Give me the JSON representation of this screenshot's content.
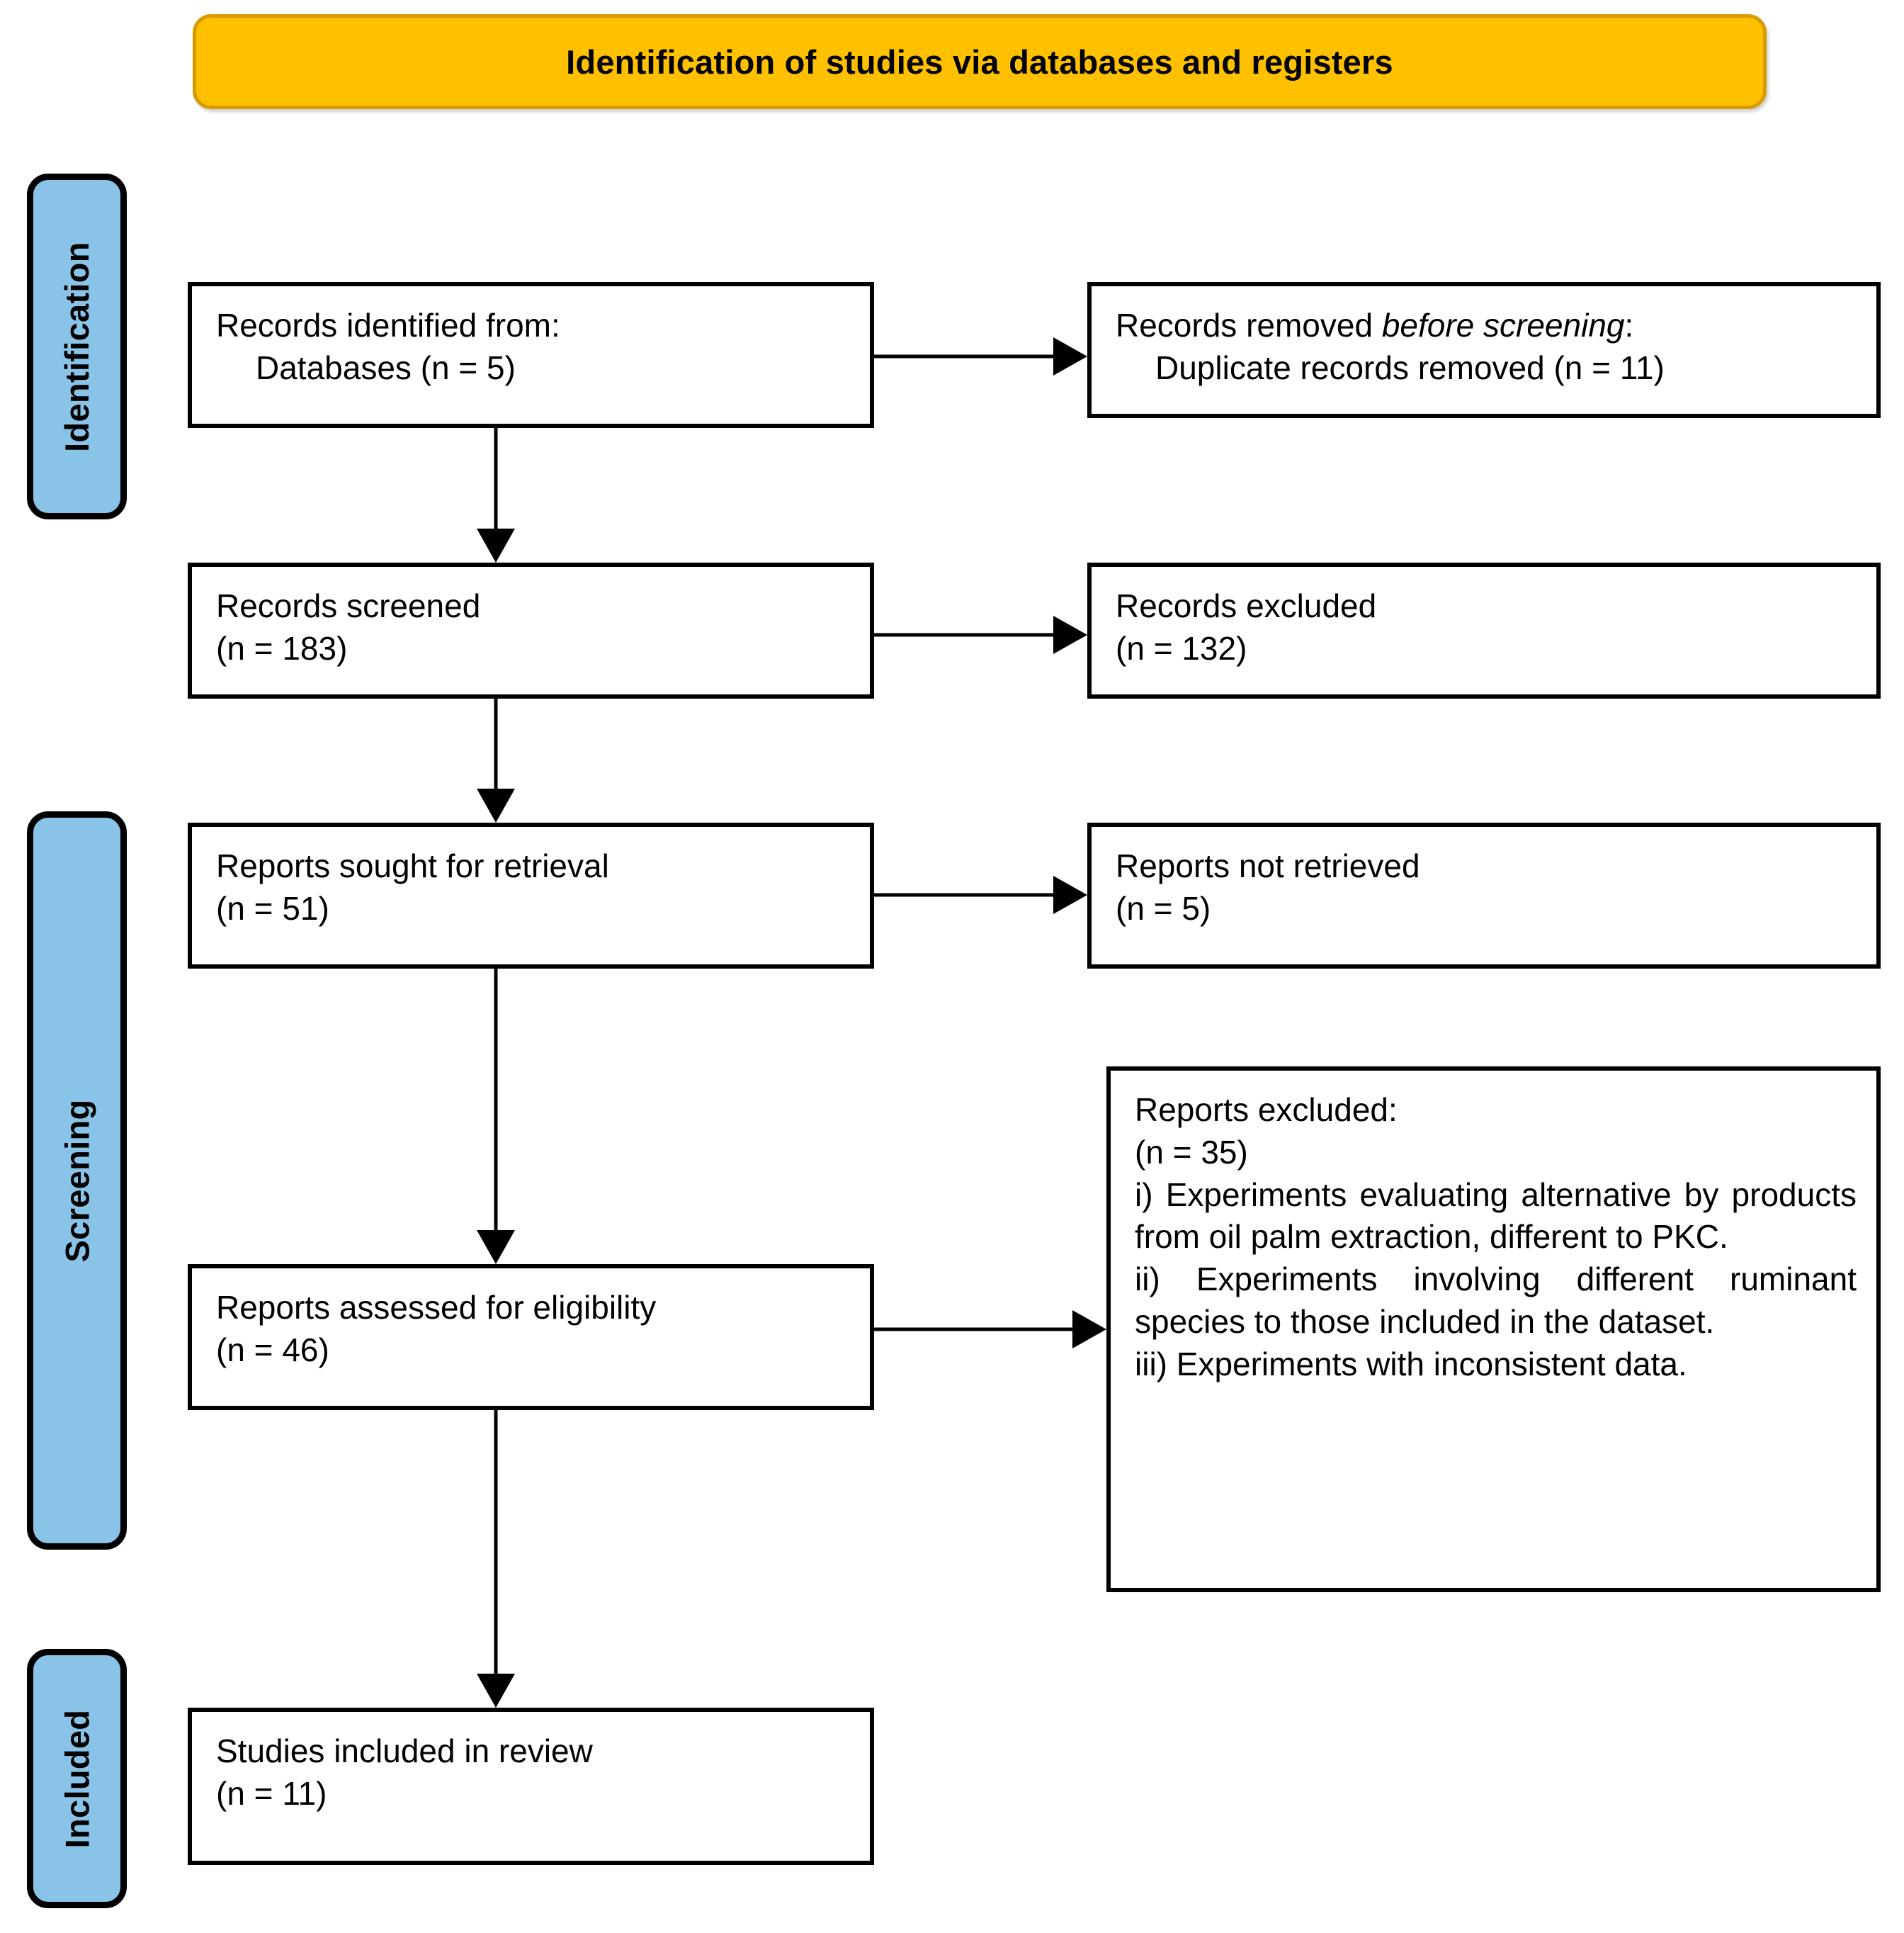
{
  "header": {
    "title": "Identification of studies via databases and registers",
    "fill_color": "#FFC000",
    "border_color": "#D79B00"
  },
  "stages": {
    "fill_color": "#8AC3E8",
    "border_color": "#000000",
    "identification": "Identification",
    "screening": "Screening",
    "included": "Included"
  },
  "boxes": {
    "identified": {
      "line1": "Records identified from:",
      "line2": "Databases (n = 5)"
    },
    "removed": {
      "line1_a": "Records removed ",
      "line1_i": "before screening",
      "line1_b": ":",
      "line2": "Duplicate records removed (n = 11)"
    },
    "screened": {
      "line1": "Records screened",
      "line2": "(n = 183)"
    },
    "records_excluded": {
      "line1": "Records excluded",
      "line2": "(n = 132)"
    },
    "sought": {
      "line1": "Reports sought for retrieval",
      "line2": "(n = 51)"
    },
    "not_retrieved": {
      "line1": "Reports not retrieved",
      "line2": "(n = 5)"
    },
    "assessed": {
      "line1": "Reports assessed for eligibility",
      "line2": "(n = 46)"
    },
    "reports_excluded": {
      "line1": "Reports excluded:",
      "line2": "(n = 35)",
      "line3": "i) Experiments evaluating alternative by products from oil palm extraction, different to PKC.",
      "line4": "ii) Experiments involving different ruminant species to those included in the dataset.",
      "line5": "iii) Experiments with inconsistent data."
    },
    "included": {
      "line1": "Studies included in review",
      "line2": "(n = 11)"
    }
  },
  "chart_data": {
    "type": "diagram",
    "diagram_kind": "PRISMA 2020 flow diagram",
    "title": "Identification of studies via databases and registers",
    "stages": [
      "Identification",
      "Screening",
      "Included"
    ],
    "nodes": [
      {
        "id": "identified",
        "stage": "Identification",
        "label": "Records identified from: Databases",
        "n": 5
      },
      {
        "id": "removed",
        "stage": "Identification",
        "label": "Records removed before screening: Duplicate records removed",
        "n": 11
      },
      {
        "id": "screened",
        "stage": "Screening",
        "label": "Records screened",
        "n": 183
      },
      {
        "id": "records_excluded",
        "stage": "Screening",
        "label": "Records excluded",
        "n": 132
      },
      {
        "id": "sought",
        "stage": "Screening",
        "label": "Reports sought for retrieval",
        "n": 51
      },
      {
        "id": "not_retrieved",
        "stage": "Screening",
        "label": "Reports not retrieved",
        "n": 5
      },
      {
        "id": "assessed",
        "stage": "Screening",
        "label": "Reports assessed for eligibility",
        "n": 46
      },
      {
        "id": "reports_excluded",
        "stage": "Screening",
        "label": "Reports excluded",
        "n": 35,
        "reasons": [
          "i) Experiments evaluating alternative by products from oil palm extraction, different to PKC.",
          "ii) Experiments involving different ruminant species to those included in the dataset.",
          "iii) Experiments with inconsistent data."
        ]
      },
      {
        "id": "included",
        "stage": "Included",
        "label": "Studies included in review",
        "n": 11
      }
    ],
    "edges": [
      {
        "from": "identified",
        "to": "removed",
        "direction": "right"
      },
      {
        "from": "identified",
        "to": "screened",
        "direction": "down"
      },
      {
        "from": "screened",
        "to": "records_excluded",
        "direction": "right"
      },
      {
        "from": "screened",
        "to": "sought",
        "direction": "down"
      },
      {
        "from": "sought",
        "to": "not_retrieved",
        "direction": "right"
      },
      {
        "from": "sought",
        "to": "assessed",
        "direction": "down"
      },
      {
        "from": "assessed",
        "to": "reports_excluded",
        "direction": "right"
      },
      {
        "from": "assessed",
        "to": "included",
        "direction": "down"
      }
    ]
  }
}
